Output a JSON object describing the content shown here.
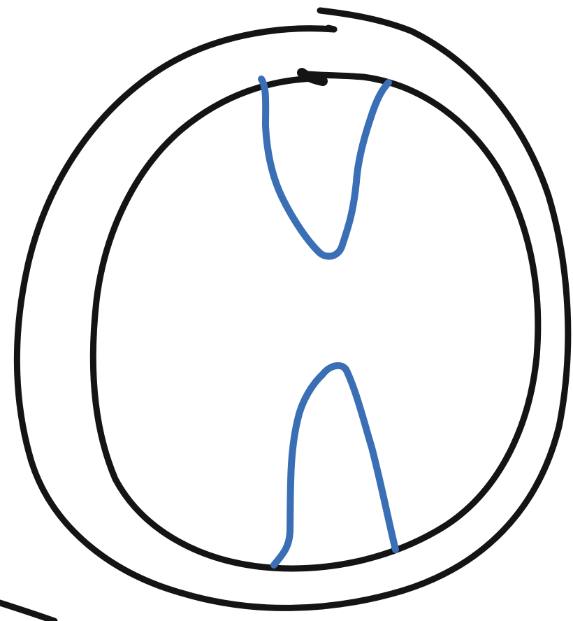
{
  "drawing": {
    "background_color": "#ffffff",
    "outline_color": "#141414",
    "accent_color": "#3a6fb5",
    "strokes": [
      {
        "name": "outer-loop-stroke",
        "color_key": "outline"
      },
      {
        "name": "outer-loop-tail-stroke",
        "color_key": "outline"
      },
      {
        "name": "inner-loop-stroke",
        "color_key": "outline"
      },
      {
        "name": "inner-loop-top-tick-stroke",
        "color_key": "outline"
      },
      {
        "name": "corner-arc-stroke",
        "color_key": "outline"
      },
      {
        "name": "upper-v-stroke",
        "color_key": "accent"
      },
      {
        "name": "lower-arch-stroke",
        "color_key": "accent"
      }
    ]
  }
}
